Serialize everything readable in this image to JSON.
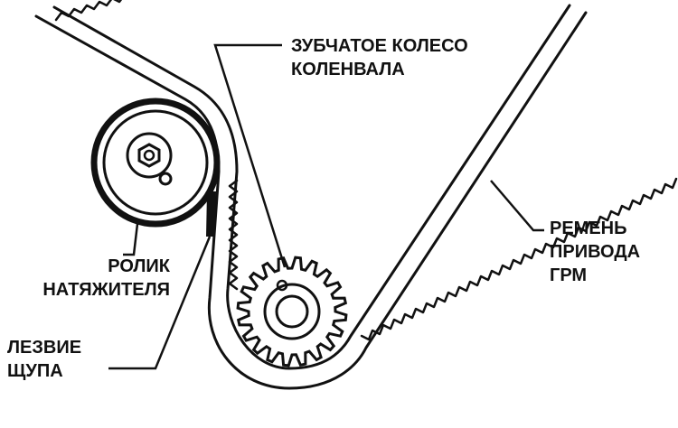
{
  "labels": {
    "crank_gear": {
      "line1": "ЗУБЧАТОЕ КОЛЕСО",
      "line2": "КОЛЕНВАЛА"
    },
    "timing_belt": {
      "line1": "РЕМЕНЬ",
      "line2": "ПРИВОДА",
      "line3": "ГРМ"
    },
    "tensioner_roller": {
      "line1": "РОЛИК",
      "line2": "НАТЯЖИТЕЛЯ"
    },
    "feeler_blade": {
      "line1": "ЛЕЗВИЕ",
      "line2": "ЩУПА"
    }
  },
  "colors": {
    "ink": "#111111",
    "paper": "#ffffff"
  }
}
